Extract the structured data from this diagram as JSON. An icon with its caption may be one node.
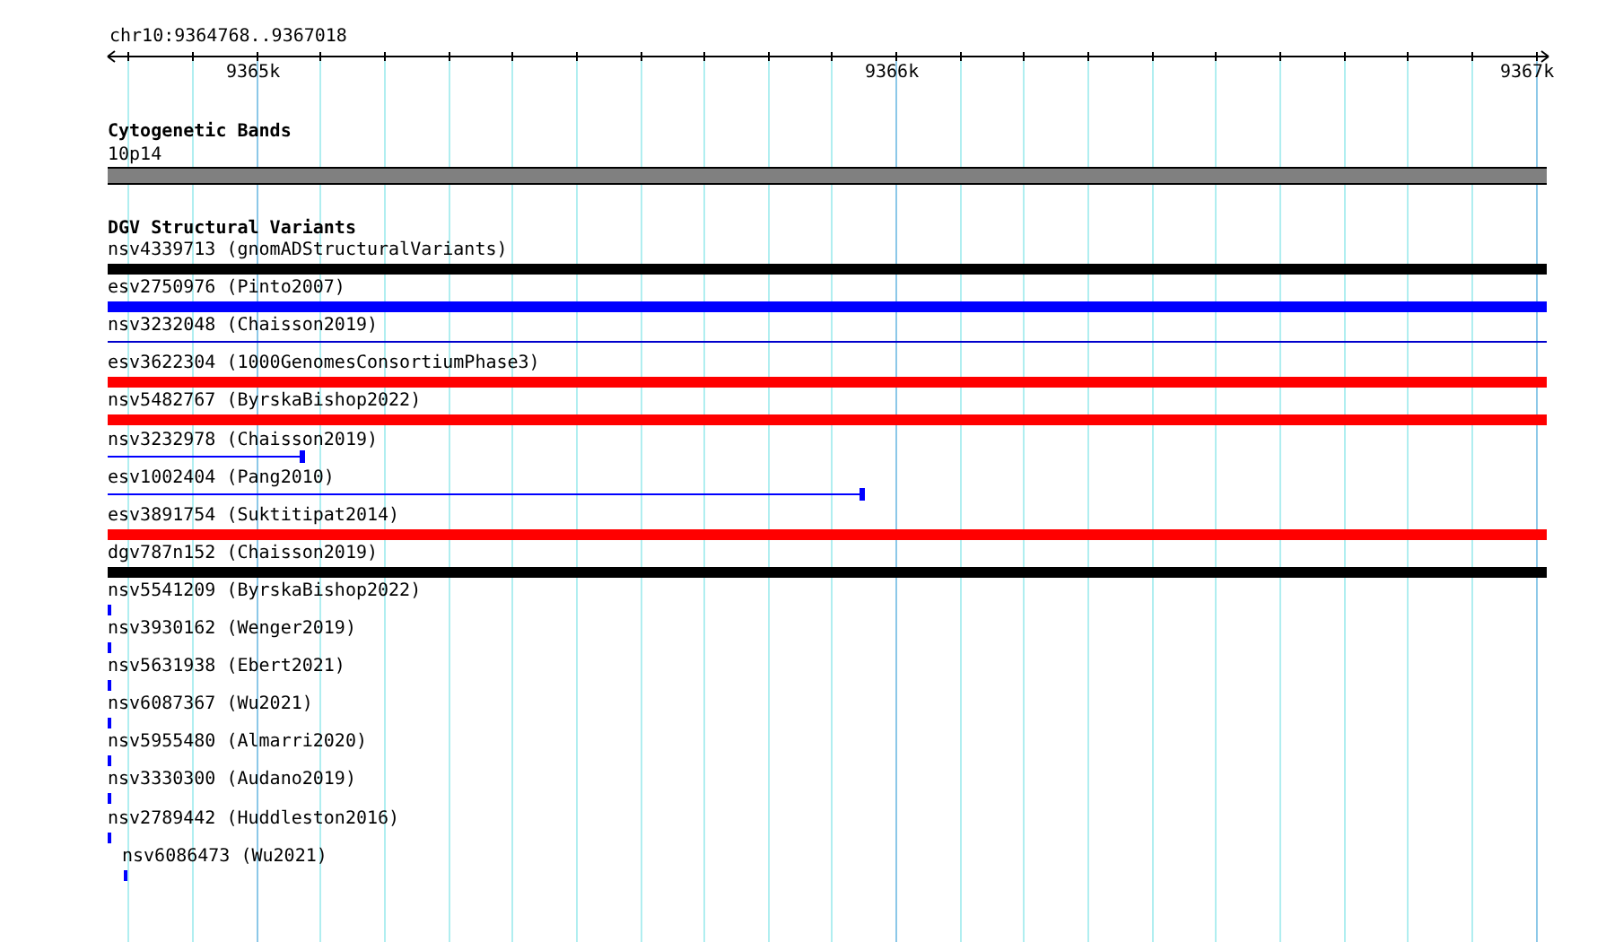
{
  "diagram": {
    "nodes": [
      {
        "text": [
          "10p14"
        ]
      },
      {
        "text": [
          "nsv4339713 (gnomADStructuralVariants)"
        ]
      },
      {
        "text": [
          "esv2750976 (Pinto2007)"
        ]
      },
      {
        "text": [
          "nsv3232048 (Chaisson2019)"
        ]
      },
      {
        "text": [
          "esv3622304 (1000GenomesConsortiumPhase3)"
        ]
      },
      {
        "text": [
          "nsv5482767 (ByrskaBishop2022)"
        ]
      },
      {
        "text": [
          "nsv3232978 (Chaisson2019)"
        ]
      },
      {
        "text": [
          "esv1002404 (Pang2010)"
        ]
      },
      {
        "text": [
          "esv3891754 (Suktitipat2014)"
        ]
      },
      {
        "text": [
          "dgv787n152 (Chaisson2019)"
        ]
      },
      {
        "text": [
          "nsv5541209 (ByrskaBishop2022)"
        ]
      },
      {
        "text": [
          "nsv3930162 (Wenger2019)"
        ]
      },
      {
        "text": [
          "nsv5631938 (Ebert2021)"
        ]
      },
      {
        "text": [
          "nsv6087367 (Wu2021)"
        ]
      },
      {
        "text": [
          "nsv5955480 (Almarri2020)"
        ]
      },
      {
        "text": [
          "nsv3330300 (Audano2019)"
        ]
      },
      {
        "text": [
          "nsv2789442 (Huddleston2016)"
        ]
      },
      {
        "text": [
          "nsv6086473 (Wu2021)"
        ]
      }
    ],
    "labels": [
      "chr10:9364768..9367018",
      "9365k",
      "9366k",
      "9367k",
      "Cytogenetic Bands",
      "DGV Structural Variants"
    ]
  }
}
